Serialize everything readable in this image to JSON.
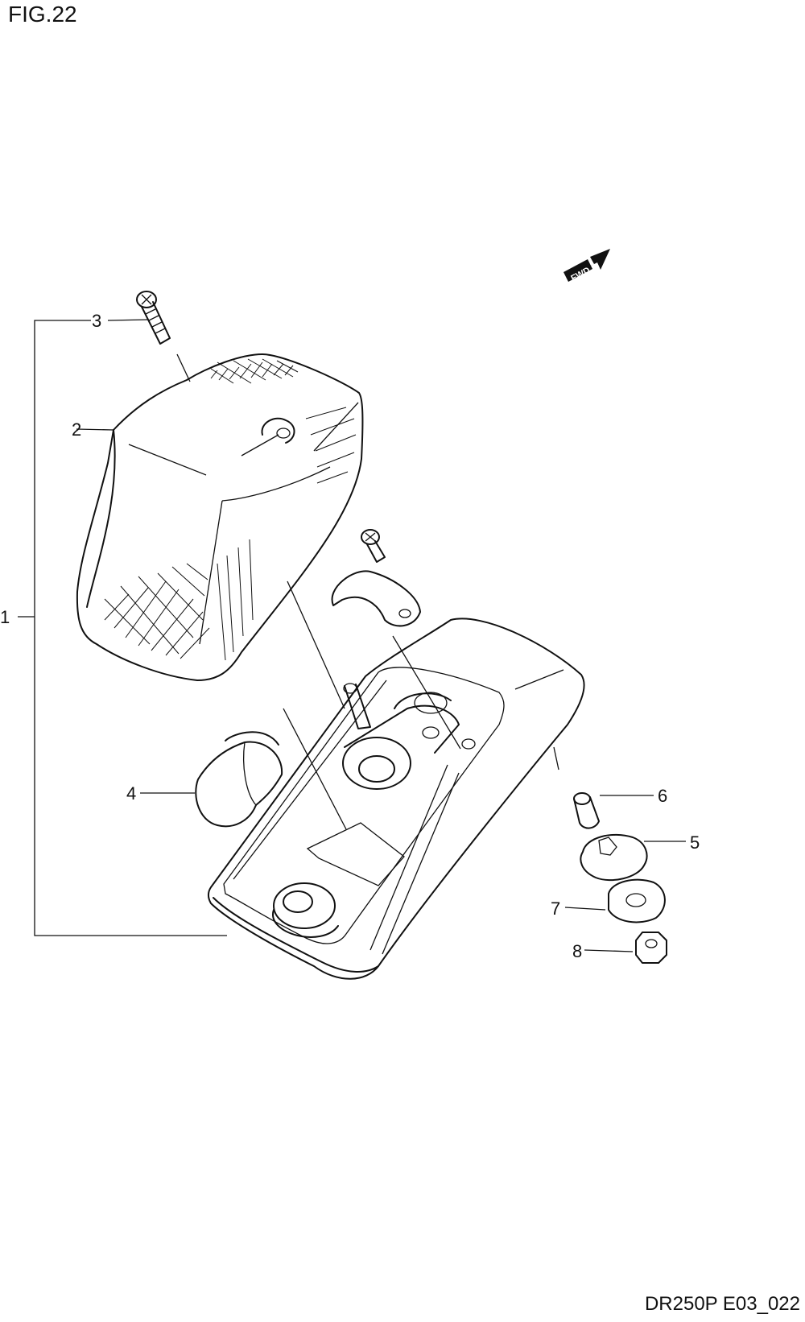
{
  "figure": {
    "title": "FIG.22",
    "code": "DR250P E03_022"
  },
  "fwd_label": "FWD",
  "callouts": [
    "1",
    "2",
    "3",
    "4",
    "5",
    "6",
    "7",
    "8"
  ],
  "icons": {
    "direction": "fwd-arrow-icon"
  }
}
